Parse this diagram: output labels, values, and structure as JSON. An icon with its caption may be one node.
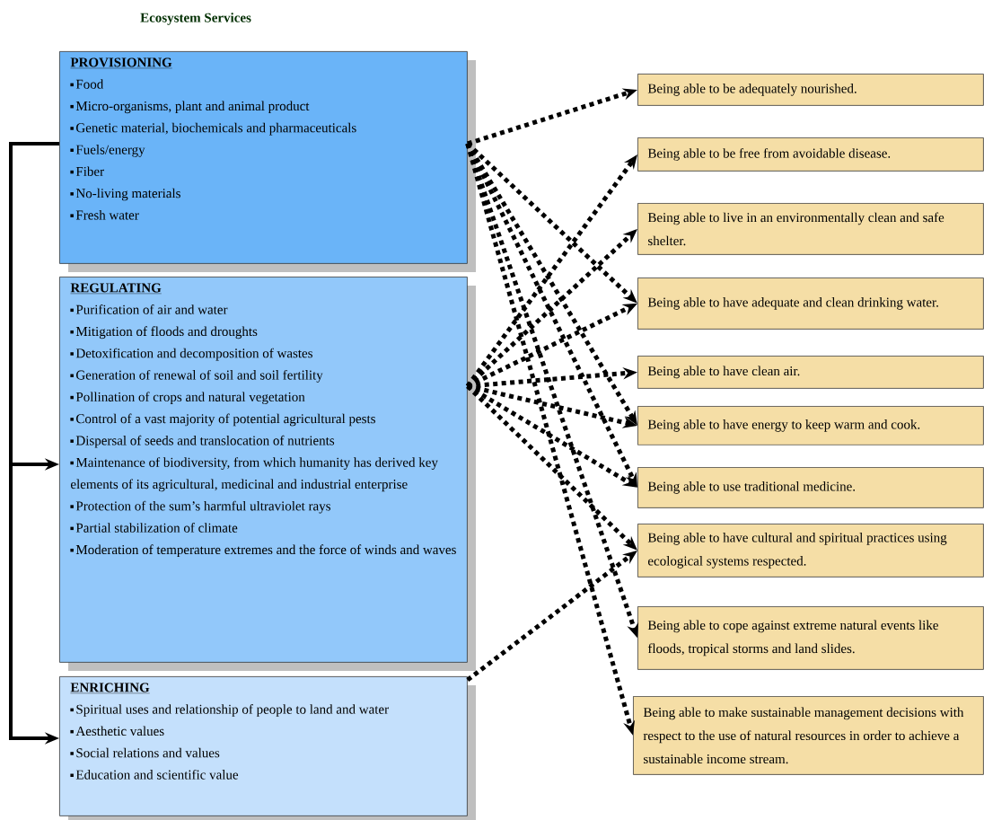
{
  "diagram": {
    "title": "Ecosystem Services",
    "nodes": [
      {
        "text": [
          "PROVISIONING",
          "Food",
          "Micro-organisms, plant and animal product",
          "Genetic material, biochemicals and pharmaceuticals",
          "Fuels/energy",
          "Fiber",
          "No-living materials",
          "Fresh water"
        ]
      },
      {
        "text": [
          "REGULATING",
          "Purification of air and water",
          "Mitigation of floods and droughts",
          "Detoxification and decomposition of wastes",
          "Generation of renewal of soil and soil fertility",
          "Pollination of crops and natural vegetation",
          "Control of a vast majority of potential agricultural pests",
          "Dispersal of seeds and translocation of nutrients",
          "Maintenance of biodiversity, from which humanity has derived key elements of its agricultural, medicinal and industrial enterprise",
          "Protection of the sum’s harmful ultraviolet rays",
          "Partial stabilization of climate",
          "Moderation of temperature extremes and the force of winds and waves"
        ]
      },
      {
        "text": [
          "ENRICHING",
          "Spiritual uses and relationship of people to land and water",
          "Aesthetic values",
          "Social relations and values",
          "Education and scientific value"
        ]
      },
      {
        "text": [
          "Being able to be adequately nourished."
        ]
      },
      {
        "text": [
          "Being able to be free from avoidable disease."
        ]
      },
      {
        "text": [
          "Being able to live in an environmentally clean and safe shelter."
        ]
      },
      {
        "text": [
          "Being able to have adequate and clean drinking water."
        ]
      },
      {
        "text": [
          "Being able to have clean air."
        ]
      },
      {
        "text": [
          "Being able to have energy to keep warm and cook."
        ]
      },
      {
        "text": [
          "Being able to use traditional medicine."
        ]
      },
      {
        "text": [
          "Being able to have cultural and spiritual practices using ecological systems respected."
        ]
      },
      {
        "text": [
          "Being able to cope against extreme natural events like floods, tropical storms and land slides."
        ]
      },
      {
        "text": [
          "Being able to make sustainable management decisions with respect to the use of natural resources in order to achieve a sustainable income stream."
        ]
      }
    ],
    "edges": [
      {
        "from": 0,
        "to": 1,
        "arrow": "to"
      },
      {
        "from": 0,
        "to": 2,
        "arrow": "to"
      },
      {
        "from": 0,
        "to": 3,
        "arrow": "to",
        "style": "dashed"
      },
      {
        "from": 0,
        "to": 6,
        "arrow": "to",
        "style": "dashed"
      },
      {
        "from": 0,
        "to": 8,
        "arrow": "to",
        "style": "dashed"
      },
      {
        "from": 0,
        "to": 9,
        "arrow": "to",
        "style": "dashed"
      },
      {
        "from": 0,
        "to": 11,
        "arrow": "to",
        "style": "dashed"
      },
      {
        "from": 0,
        "to": 12,
        "arrow": "to",
        "style": "dashed"
      },
      {
        "from": 1,
        "to": 4,
        "arrow": "to",
        "style": "dashed"
      },
      {
        "from": 1,
        "to": 5,
        "arrow": "to",
        "style": "dashed"
      },
      {
        "from": 1,
        "to": 6,
        "arrow": "to",
        "style": "dashed"
      },
      {
        "from": 1,
        "to": 7,
        "arrow": "to",
        "style": "dashed"
      },
      {
        "from": 1,
        "to": 8,
        "arrow": "to",
        "style": "dashed"
      },
      {
        "from": 1,
        "to": 9,
        "arrow": "to",
        "style": "dashed"
      },
      {
        "from": 1,
        "to": 10,
        "arrow": "to",
        "style": "dashed"
      },
      {
        "from": 2,
        "to": 10,
        "arrow": "to",
        "style": "dashed"
      }
    ]
  }
}
